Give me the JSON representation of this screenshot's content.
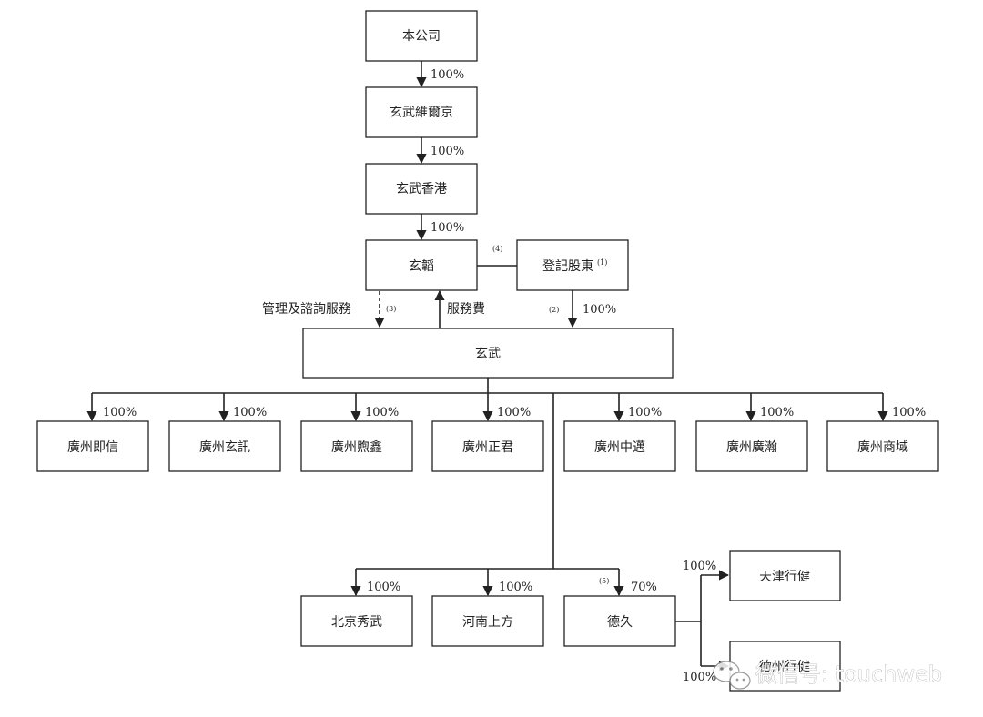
{
  "entities": {
    "company": "本公司",
    "vine_bvi": "玄武維爾京",
    "hk": "玄武香港",
    "wfoe": "玄韜",
    "shareholders": "登記股東",
    "opco": "玄武",
    "gz1": "廣州即信",
    "gz2": "廣州玄訊",
    "gz3": "廣州煦鑫",
    "gz4": "廣州正君",
    "gz5": "廣州中邁",
    "gz6": "廣州廣瀚",
    "gz7": "廣州商域",
    "bj": "北京秀武",
    "hn": "河南上方",
    "dj": "德久",
    "tj": "天津行健",
    "bottom_right": "德州行健"
  },
  "percents": {
    "company_to_bvi": "100%",
    "bvi_to_hk": "100%",
    "hk_to_wfoe": "100%",
    "shareholders_to_opco": "100%",
    "gz1": "100%",
    "gz2": "100%",
    "gz3": "100%",
    "gz4": "100%",
    "gz5": "100%",
    "gz6": "100%",
    "gz7": "100%",
    "bj": "100%",
    "hn": "100%",
    "dj": "70%",
    "tj": "100%",
    "bottom_right": "100%"
  },
  "notes": {
    "shareholders_mark": "(1)",
    "shareholders_link": "(2)",
    "mgmt": "(3)",
    "wfoe_link": "(4)",
    "dj": "(5)"
  },
  "labels": {
    "mgmt_services": "管理及諮詢服務",
    "service_fee": "服務費"
  },
  "watermark": {
    "text": "微信号: touchweb",
    "icon": "wechat-logo-icon"
  }
}
